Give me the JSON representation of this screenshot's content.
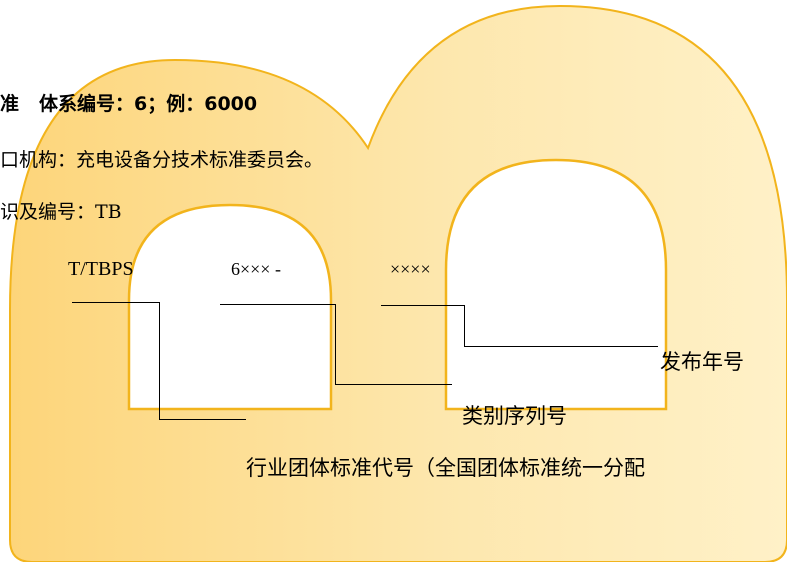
{
  "heading": {
    "part1": "准",
    "part2": "体系编号：6；例：6000"
  },
  "line2": "口机构：充电设备分技术标准委员会。",
  "line3": "识及编号：TB",
  "code": {
    "prefix": "T/TBPS",
    "series": "6××× -",
    "year": "××××"
  },
  "labels": {
    "year": "发布年号",
    "category": "类别序列号",
    "industry": "行业团体标准代号（全国团体标准统一分配"
  },
  "colors": {
    "arch_fill_light": "#fff0c4",
    "arch_fill_mid": "#fcd87d",
    "arch_stroke": "#f2b41c"
  }
}
